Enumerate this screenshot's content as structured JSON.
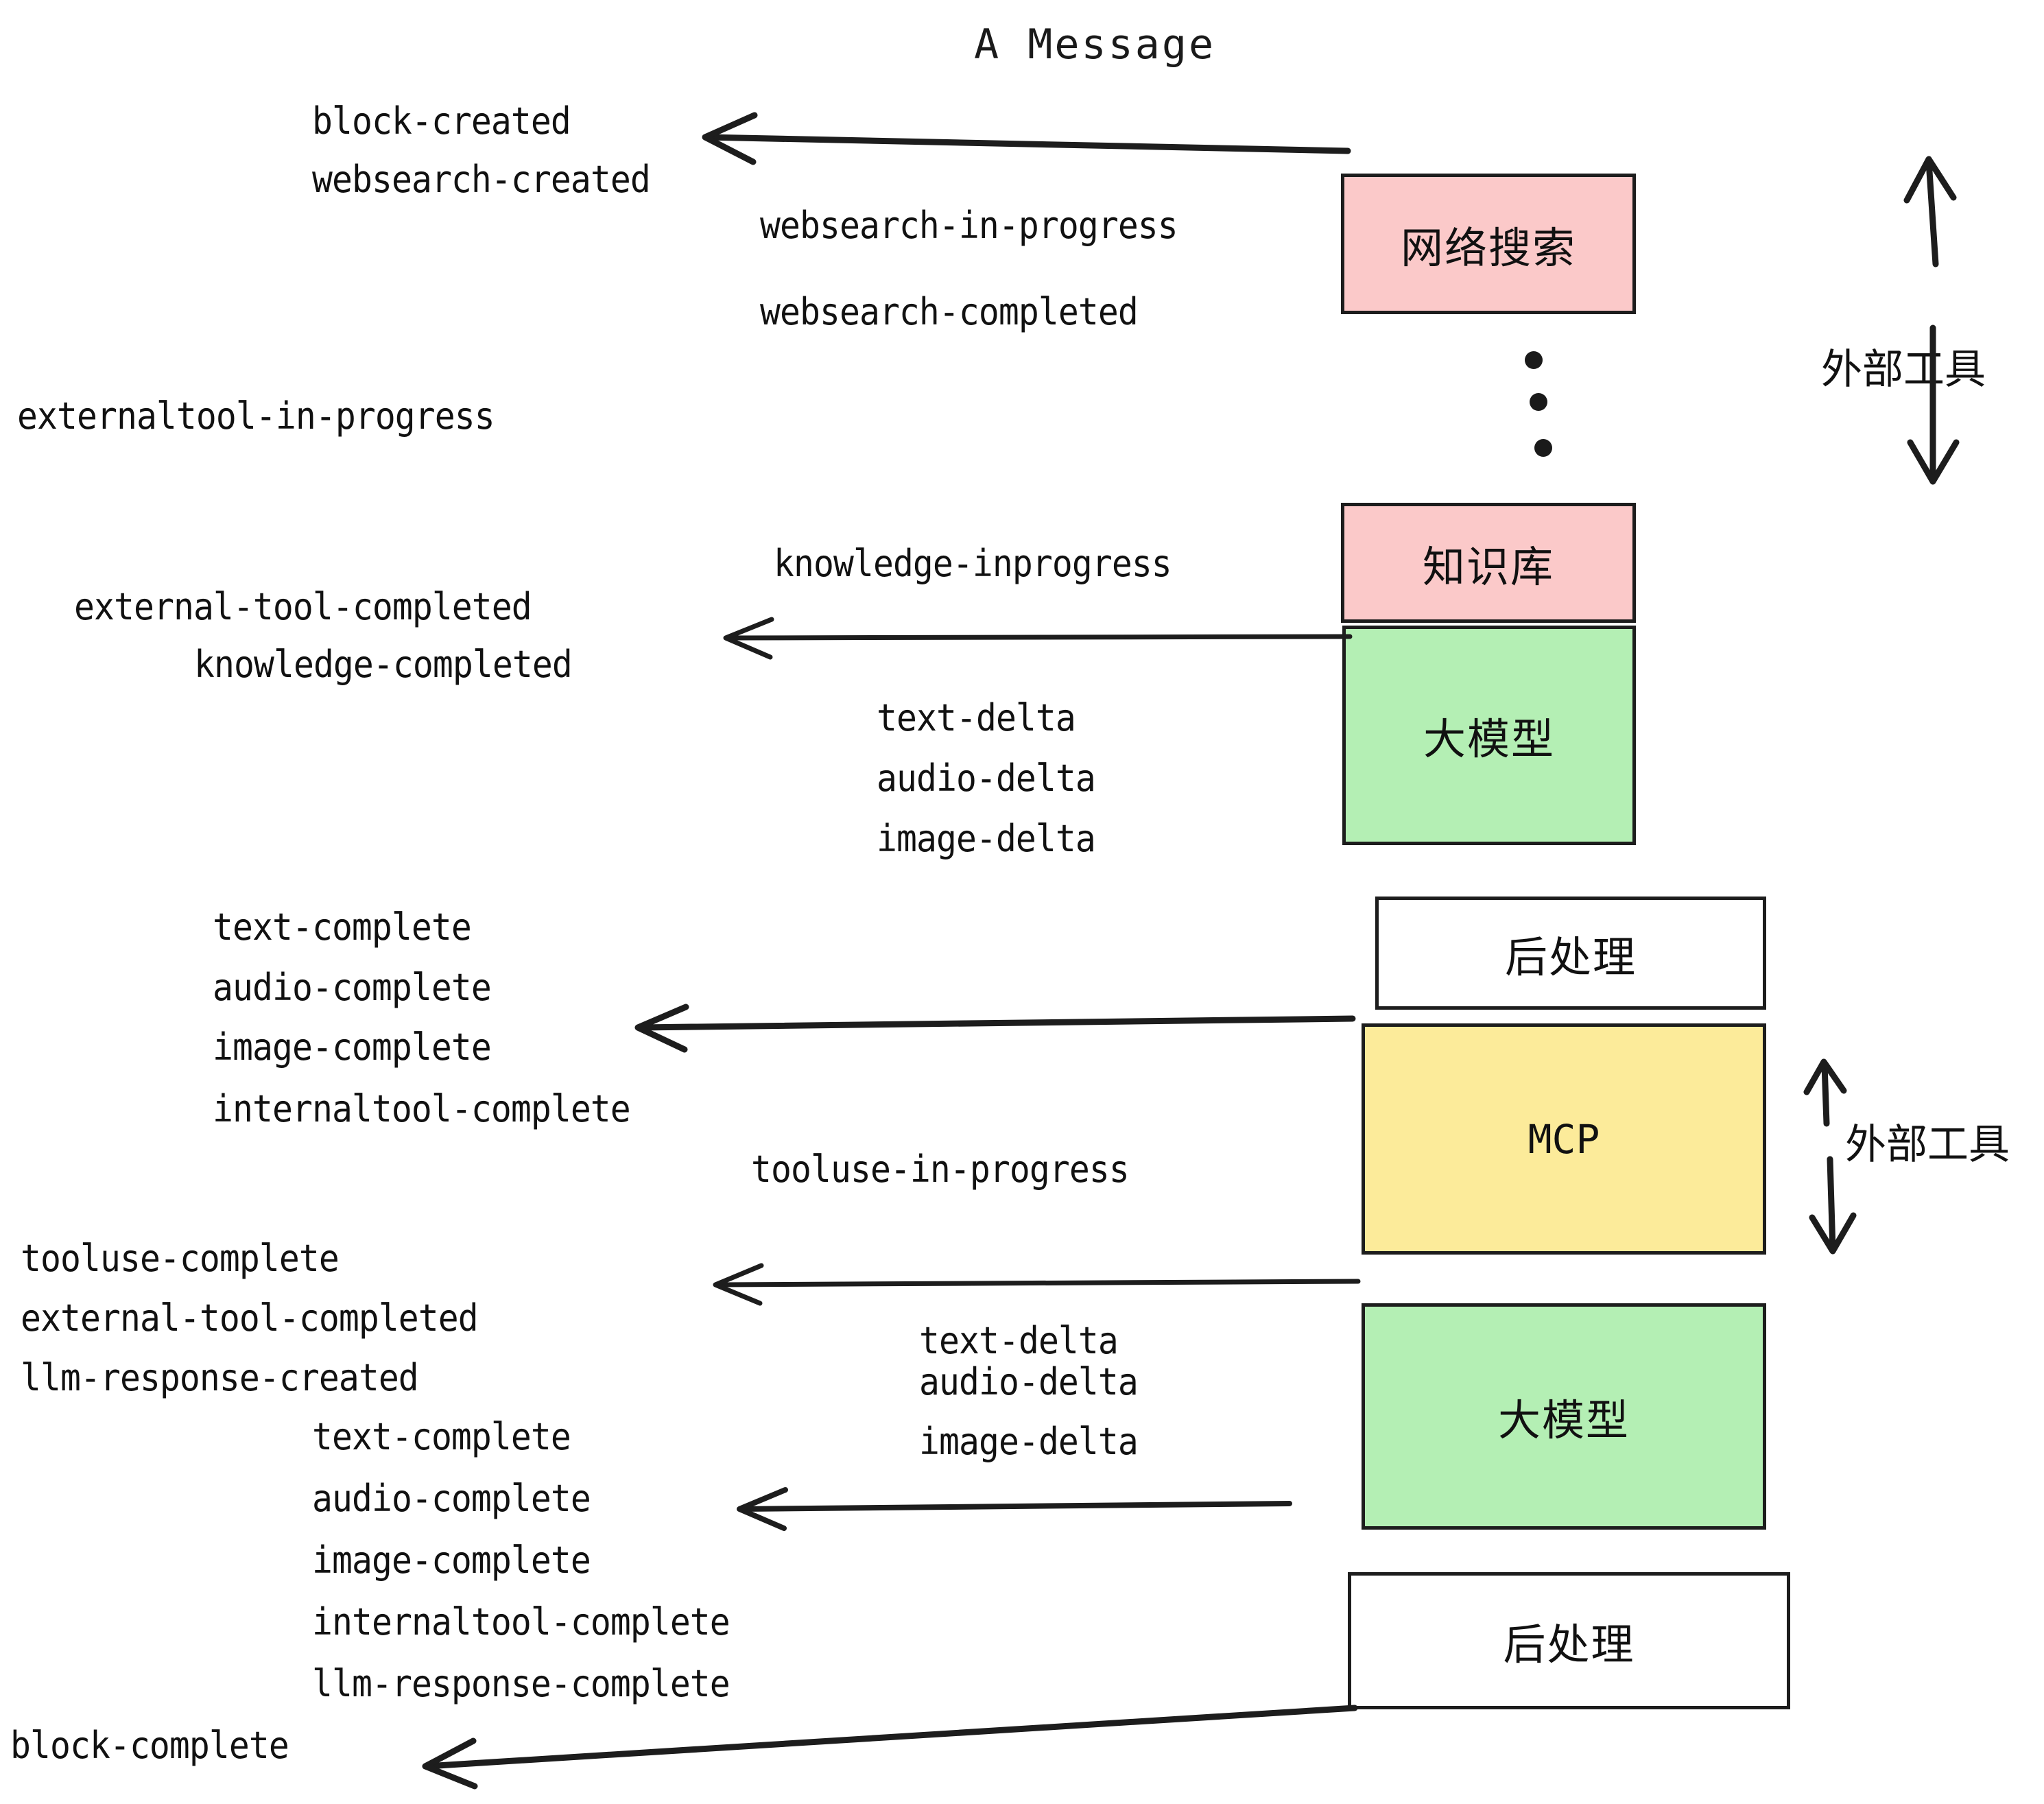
{
  "title": "A Message",
  "colors": {
    "pink": "#FBC9C9",
    "green": "#B4EFB4",
    "yellow": "#FCEB9A",
    "white": "#FFFFFF",
    "stroke": "#1D1D1D",
    "text": "#111111"
  },
  "boxes": [
    {
      "label": "网络搜索",
      "fill": "#FBC9C9"
    },
    {
      "label": "知识库",
      "fill": "#FBC9C9"
    },
    {
      "label": "大模型",
      "fill": "#B4EFB4"
    },
    {
      "label": "后处理",
      "fill": "#FFFFFF"
    },
    {
      "label": "MCP",
      "fill": "#FCEB9A"
    },
    {
      "label": "大模型",
      "fill": "#B4EFB4"
    },
    {
      "label": "后处理",
      "fill": "#FFFFFF"
    }
  ],
  "side_annotations": [
    {
      "label": "外部工具"
    },
    {
      "label": "外部工具"
    }
  ],
  "events": [
    {
      "text": "block-created"
    },
    {
      "text": "websearch-created"
    },
    {
      "text": "websearch-in-progress"
    },
    {
      "text": "websearch-completed"
    },
    {
      "text": "externaltool-in-progress"
    },
    {
      "text": "knowledge-inprogress"
    },
    {
      "text": "external-tool-completed"
    },
    {
      "text": "knowledge-completed"
    },
    {
      "text": "text-delta"
    },
    {
      "text": "audio-delta"
    },
    {
      "text": "image-delta"
    },
    {
      "text": "text-complete"
    },
    {
      "text": "audio-complete"
    },
    {
      "text": "image-complete"
    },
    {
      "text": "internaltool-complete"
    },
    {
      "text": "tooluse-in-progress"
    },
    {
      "text": "tooluse-complete"
    },
    {
      "text": "external-tool-completed"
    },
    {
      "text": "llm-response-created"
    },
    {
      "text": "text-delta"
    },
    {
      "text": "audio-delta"
    },
    {
      "text": "image-delta"
    },
    {
      "text": "text-complete"
    },
    {
      "text": "audio-complete"
    },
    {
      "text": "image-complete"
    },
    {
      "text": "internaltool-complete"
    },
    {
      "text": "llm-response-complete"
    },
    {
      "text": "block-complete"
    }
  ],
  "ellipsis": {
    "dots": 3
  }
}
